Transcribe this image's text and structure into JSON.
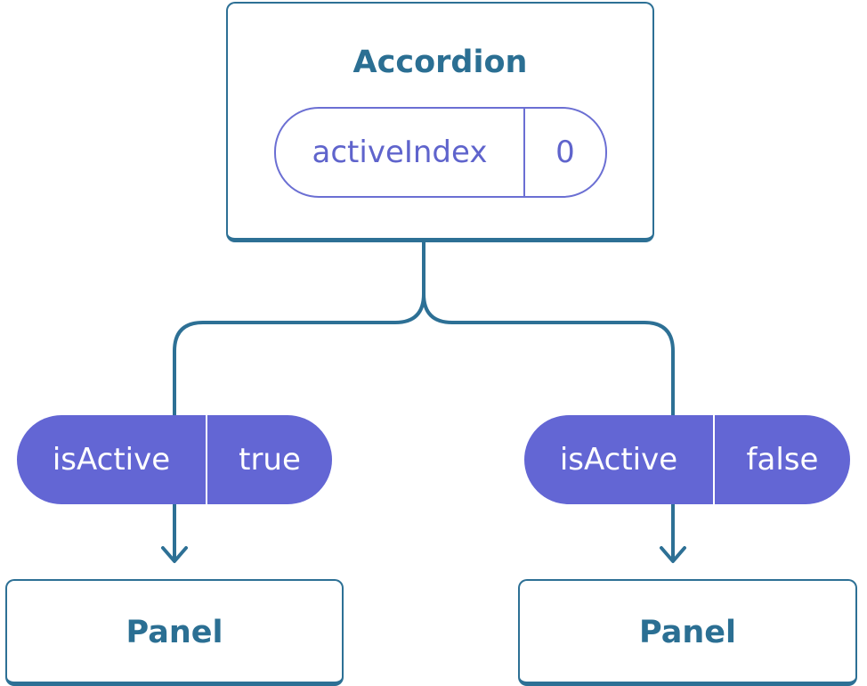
{
  "root": {
    "title": "Accordion",
    "state": {
      "key": "activeIndex",
      "value": "0"
    }
  },
  "children": [
    {
      "prop": {
        "key": "isActive",
        "value": "true"
      },
      "title": "Panel"
    },
    {
      "prop": {
        "key": "isActive",
        "value": "false"
      },
      "title": "Panel"
    }
  ],
  "colors": {
    "edge": "#2d7095",
    "title": "#2b6f93",
    "state": "#5f64cc",
    "prop_fill": "#6366d4"
  }
}
